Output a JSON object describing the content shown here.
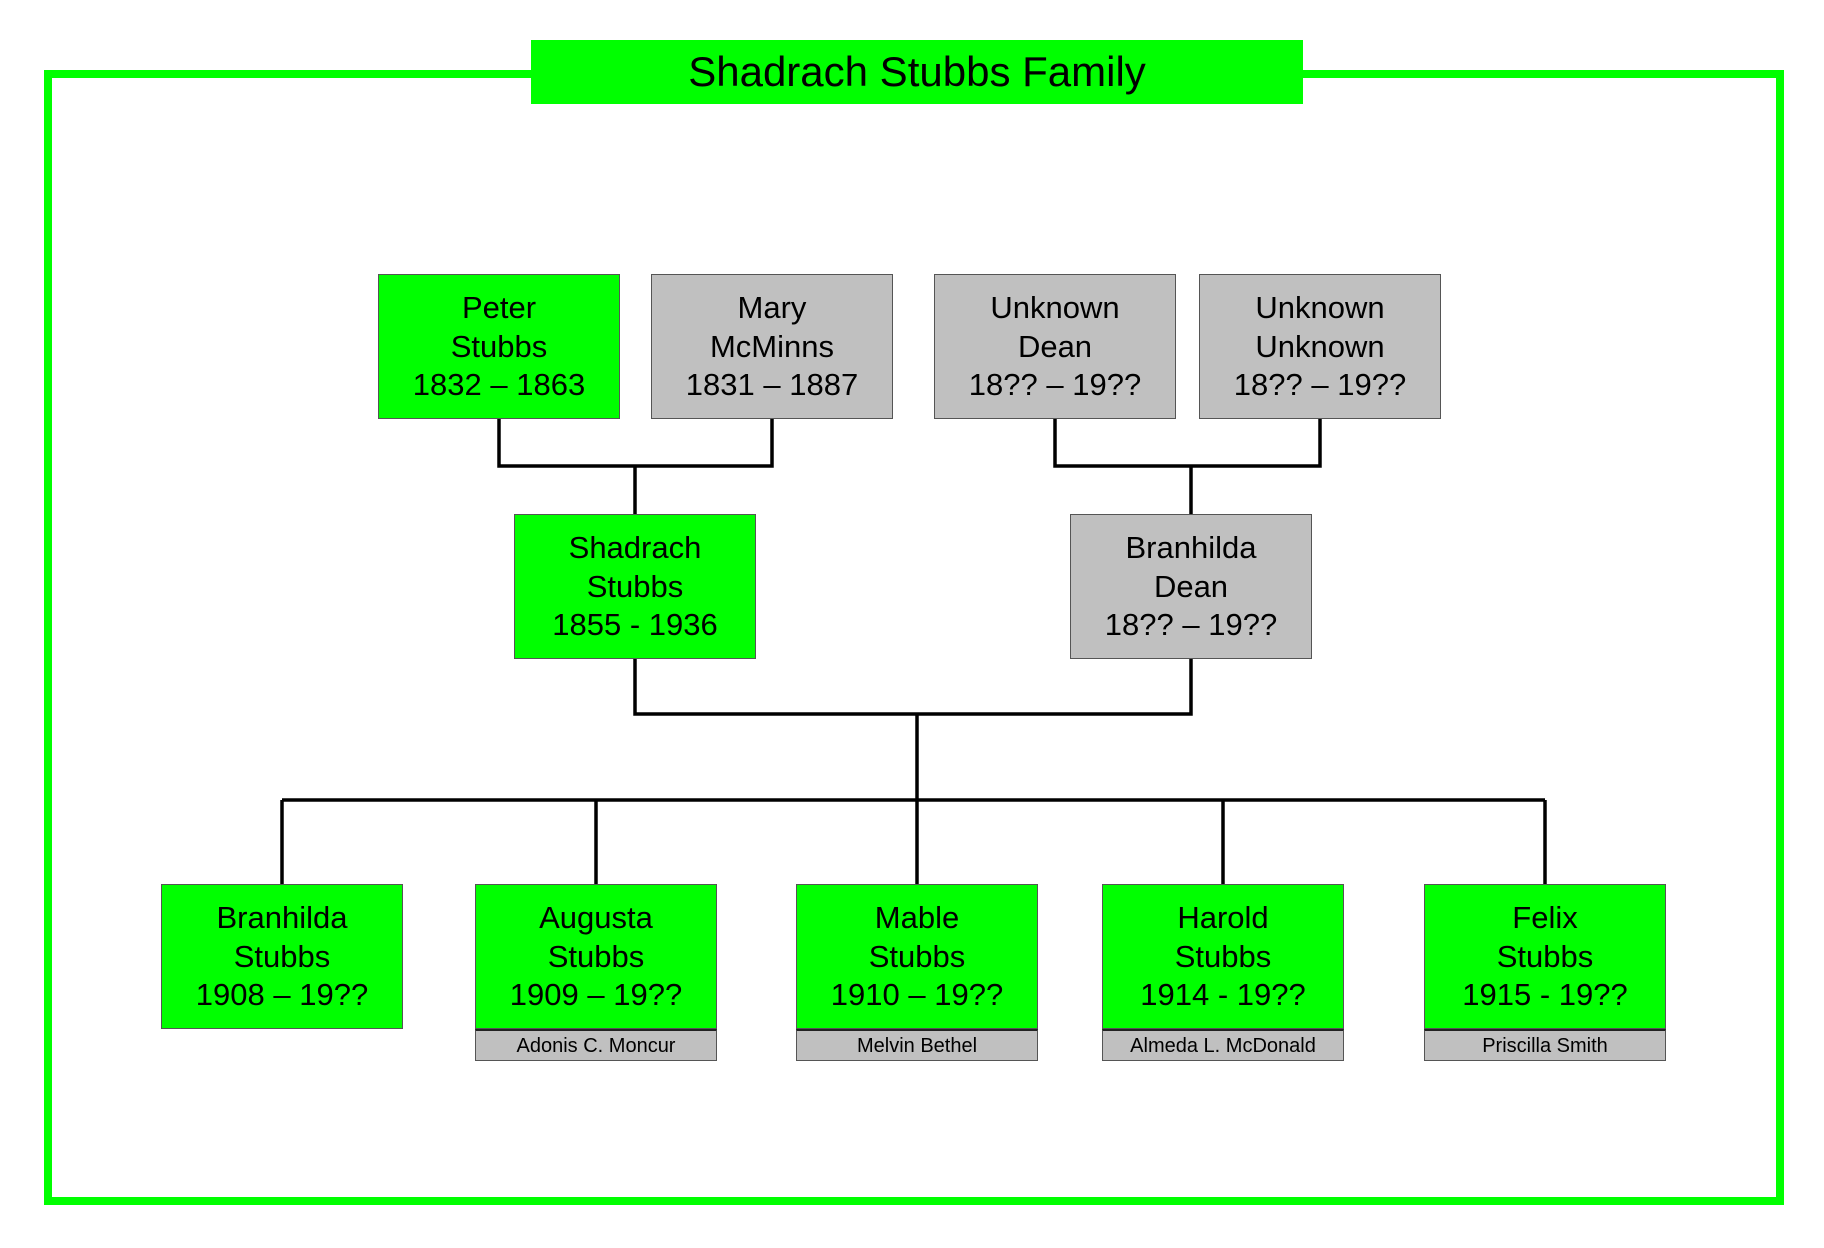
{
  "title": "Shadrach Stubbs Family",
  "colors": {
    "blood_relative": "#00ff00",
    "other": "#c0c0c0",
    "frame": "#00ff00",
    "line": "#000000"
  },
  "grandparents": [
    {
      "first": "Peter",
      "last": "Stubbs",
      "dates": "1832 – 1863",
      "color": "green"
    },
    {
      "first": "Mary",
      "last": "McMinns",
      "dates": "1831 – 1887",
      "color": "gray"
    },
    {
      "first": "Unknown",
      "last": "Dean",
      "dates": "18?? – 19??",
      "color": "gray"
    },
    {
      "first": "Unknown",
      "last": "Unknown",
      "dates": "18?? – 19??",
      "color": "gray"
    }
  ],
  "parents": [
    {
      "first": "Shadrach",
      "last": "Stubbs",
      "dates": "1855 - 1936",
      "color": "green"
    },
    {
      "first": "Branhilda",
      "last": "Dean",
      "dates": "18?? – 19??",
      "color": "gray"
    }
  ],
  "children": [
    {
      "first": "Branhilda",
      "last": "Stubbs",
      "dates": "1908 – 19??",
      "color": "green",
      "spouse": ""
    },
    {
      "first": "Augusta",
      "last": "Stubbs",
      "dates": "1909 – 19??",
      "color": "green",
      "spouse": "Adonis C. Moncur"
    },
    {
      "first": "Mable",
      "last": "Stubbs",
      "dates": "1910 – 19??",
      "color": "green",
      "spouse": "Melvin Bethel"
    },
    {
      "first": "Harold",
      "last": "Stubbs",
      "dates": "1914 - 19??",
      "color": "green",
      "spouse": "Almeda L. McDonald"
    },
    {
      "first": "Felix",
      "last": "Stubbs",
      "dates": "1915 - 19??",
      "color": "green",
      "spouse": "Priscilla Smith"
    }
  ]
}
